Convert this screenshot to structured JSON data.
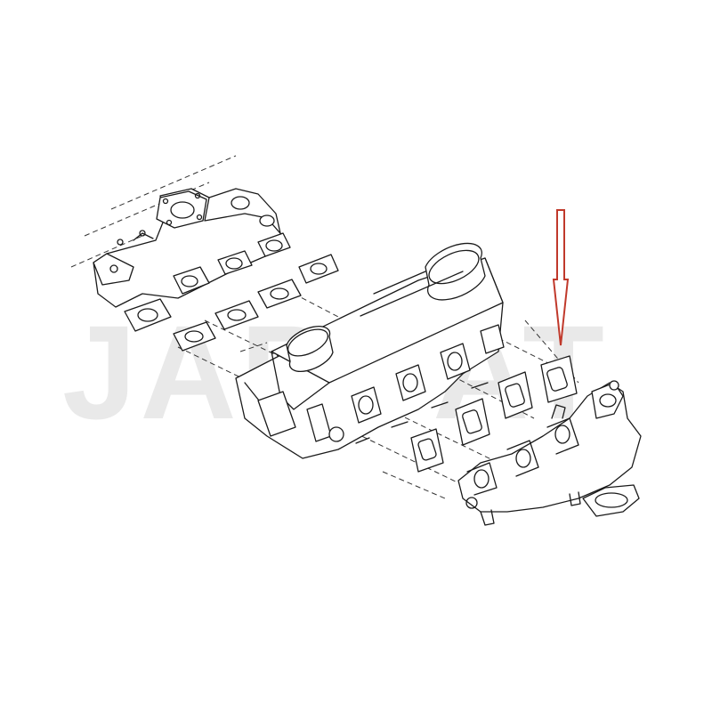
{
  "watermark": {
    "text": "JAPCAT",
    "color": "#e9e9e9"
  },
  "highlight": {
    "target": "exhaust-manifold-gasket",
    "arrow_color": "#c0392b"
  },
  "parts": [
    {
      "id": "intake-manifold",
      "icon": "intake-manifold-icon"
    },
    {
      "id": "intake-gaskets",
      "icon": "gasket-icon"
    },
    {
      "id": "cylinder-head",
      "icon": "cylinder-head-icon"
    },
    {
      "id": "exhaust-gaskets",
      "icon": "gasket-icon"
    },
    {
      "id": "exhaust-manifold",
      "icon": "exhaust-manifold-icon"
    }
  ]
}
